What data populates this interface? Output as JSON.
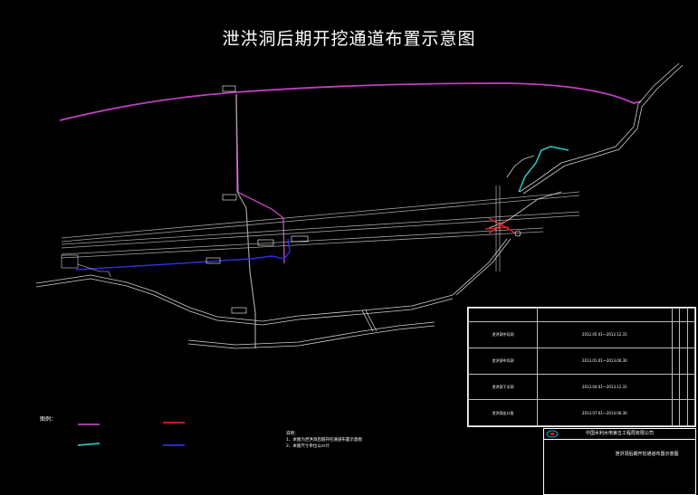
{
  "title": "泄洪洞后期开挖通道布置示意图",
  "legend": {
    "heading": "图例："
  },
  "notes": {
    "heading": "说明：",
    "lines": [
      "1、本图为泄洪洞后期开挖通道布置示意图",
      "2、本图尺寸单位以m计"
    ]
  },
  "table": {
    "rows": [
      {
        "name": "泄洪洞中导洞",
        "time": "2012.05.01～2012.12.31"
      },
      {
        "name": "泄洪洞中导洞",
        "time": "2013.01.01～2013.06.30"
      },
      {
        "name": "泄洪洞下半洞",
        "time": "2013.04.01～2013.12.31"
      },
      {
        "name": "泄洪洞出口段",
        "time": "2013.07.01～2014.06.30"
      }
    ]
  },
  "titleblock": {
    "company": "中国水利水电第五工程局有限公司",
    "drawing_name": "泄洪洞后期开挖通道布置示意图"
  },
  "colors": {
    "magenta": "#c040c0",
    "cyan": "#30c0c0",
    "red": "#e02020",
    "blue": "#3030e0",
    "road": "#d0d0d0",
    "tunnel": "#a0a0a0"
  }
}
